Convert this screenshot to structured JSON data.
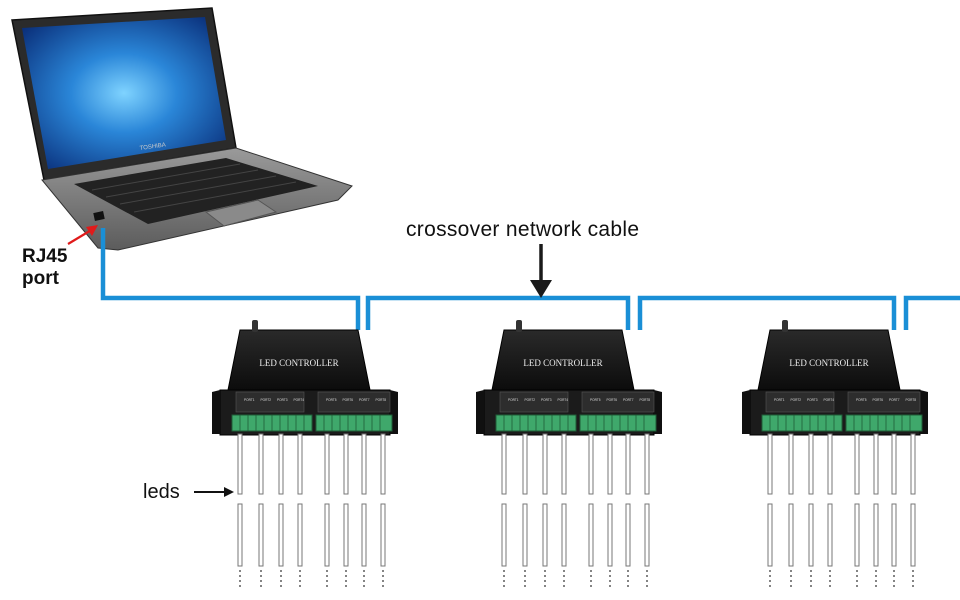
{
  "labels": {
    "rj45_line1": "RJ45",
    "rj45_line2": "port",
    "cable": "crossover network cable",
    "leds": "leds"
  },
  "laptop": {
    "brand": "TOSHIBA"
  },
  "controller": {
    "title": "LED CONTROLLER",
    "ports": [
      "PORT1",
      "PORT2",
      "PORT3",
      "PORT4",
      "PORT5",
      "PORT6",
      "PORT7",
      "PORT8"
    ]
  },
  "colors": {
    "cable": "#1a8fd6",
    "controller_body": "#141414",
    "terminal": "#3fa86b",
    "arrow_red": "#e01a1a"
  }
}
